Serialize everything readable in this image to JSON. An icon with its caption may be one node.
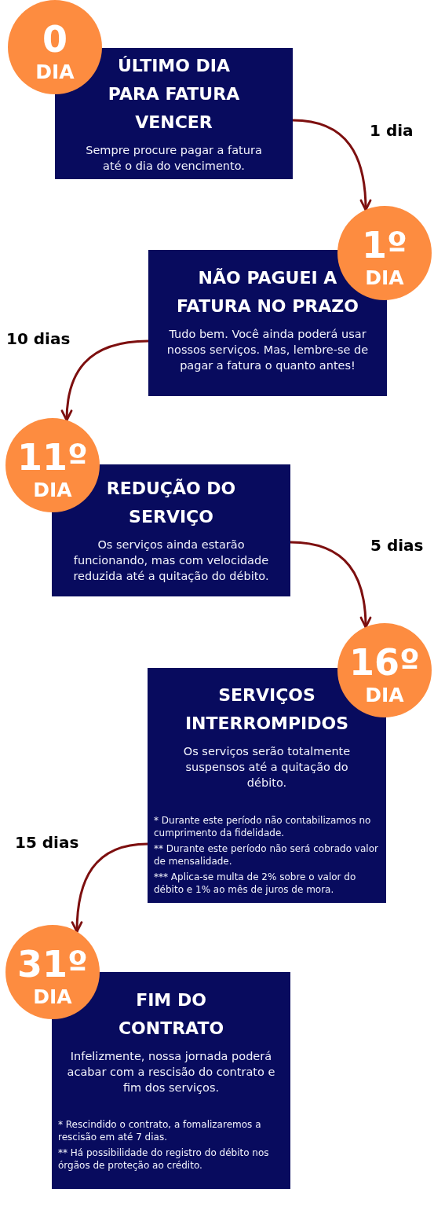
{
  "diagram": {
    "nodes": [
      {
        "text": [
          "0",
          "DIA"
        ]
      },
      {
        "text": [
          "ÚLTIMO DIA PARA FATURA VENCER",
          "Sempre procure pagar a fatura até o dia do vencimento."
        ]
      },
      {
        "text": [
          "1º",
          "DIA"
        ]
      },
      {
        "text": [
          "NÃO PAGUEI A FATURA NO PRAZO",
          "Tudo bem. Você ainda poderá usar nossos serviços. Mas, lembre-se de pagar a fatura o quanto antes!"
        ]
      },
      {
        "text": [
          "11º",
          "DIA"
        ]
      },
      {
        "text": [
          "REDUÇÃO DO SERVIÇO",
          "Os serviços ainda estarão funcionando, mas com velocidade reduzida até a quitação do débito."
        ]
      },
      {
        "text": [
          "16º",
          "DIA"
        ]
      },
      {
        "text": [
          "SERVIÇOS INTERROMPIDOS",
          "Os serviços serão totalmente suspensos até a quitação do débito.",
          "* Durante este período não contabilizamos no cumprimento da fidelidade.",
          "** Durante este período não será cobrado valor de mensalidade.",
          "*** Aplica-se multa de 2% sobre o valor do débito e 1% ao mês de juros de mora."
        ]
      },
      {
        "text": [
          "31º",
          "DIA"
        ]
      },
      {
        "text": [
          "FIM DO CONTRATO",
          "Infelizmente, nossa jornada poderá acabar com a rescisão do contrato e fim dos serviços.",
          "* Rescindido o contrato, a fomalizaremos a rescisão em até 7 dias.",
          "** Há possibilidade do registro do débito nos órgãos de proteção ao crédito."
        ]
      }
    ],
    "edges": [
      {
        "from": 1,
        "to": 2,
        "arrow": "to",
        "label": "1 dia"
      },
      {
        "from": 3,
        "to": 4,
        "arrow": "to",
        "label": "10 dias"
      },
      {
        "from": 5,
        "to": 6,
        "arrow": "to",
        "label": "5 dias"
      },
      {
        "from": 7,
        "to": 8,
        "arrow": "to",
        "label": "15 dias"
      }
    ]
  }
}
